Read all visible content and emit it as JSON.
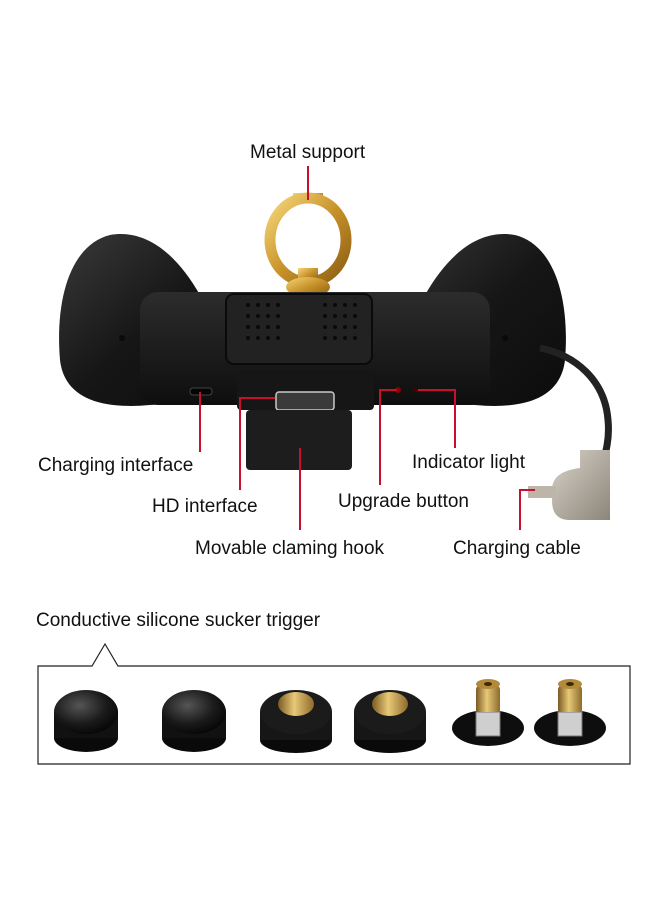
{
  "labels": {
    "metal_support": "Metal support",
    "charging_interface": "Charging interface",
    "indicator_light": "Indicator light",
    "hd_interface": "HD interface",
    "upgrade_button": "Upgrade button",
    "movable_hook": "Movable claming hook",
    "charging_cable": "Charging cable",
    "sucker_trigger": "Conductive silicone sucker trigger"
  },
  "colors": {
    "callout_line": "#c8102e",
    "controller_body": "#1b1b1b",
    "gold": "#d4a437",
    "cable_tip": "#b8b0a4"
  },
  "triggers": [
    {
      "type": "black-sucker"
    },
    {
      "type": "black-sucker"
    },
    {
      "type": "brass-flat"
    },
    {
      "type": "brass-flat"
    },
    {
      "type": "brass-bullet"
    },
    {
      "type": "brass-bullet"
    }
  ]
}
